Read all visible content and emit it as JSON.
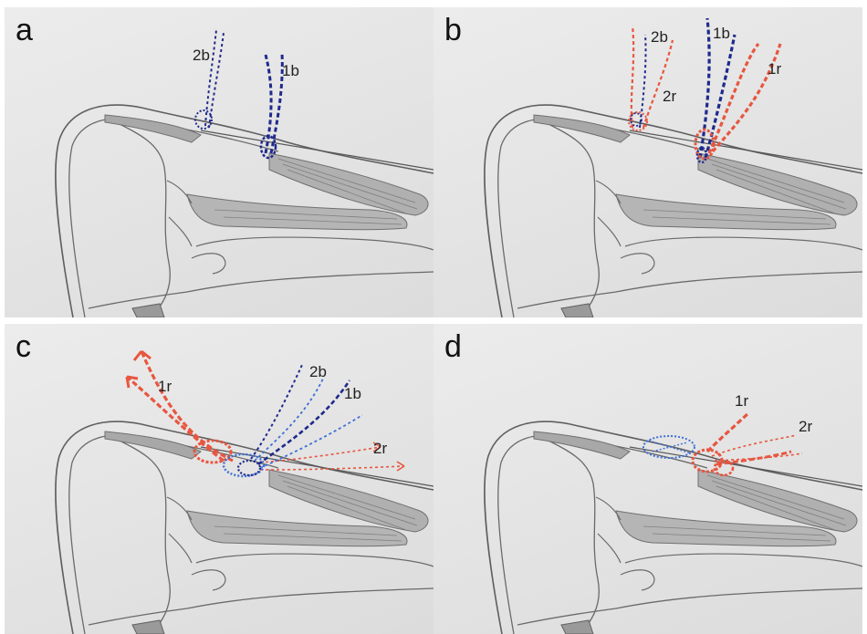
{
  "panels": {
    "a": {
      "letter": "a",
      "labels": {
        "l2b": "2b",
        "l1b": "1b"
      }
    },
    "b": {
      "letter": "b",
      "labels": {
        "l2b": "2b",
        "l2r": "2r",
        "l1b": "1b",
        "l1r": "1r"
      }
    },
    "c": {
      "letter": "c",
      "labels": {
        "l1r": "1r",
        "l2b": "2b",
        "l1b": "1b",
        "l2r": "2r"
      }
    },
    "d": {
      "letter": "d",
      "labels": {
        "l1r": "1r",
        "l2r": "2r"
      }
    }
  },
  "colors": {
    "blue": "#1f2a8c",
    "lightblue": "#3d6fd6",
    "red": "#e8563f",
    "pencil": "#6e6e6e",
    "background": "#e6e6e6"
  }
}
